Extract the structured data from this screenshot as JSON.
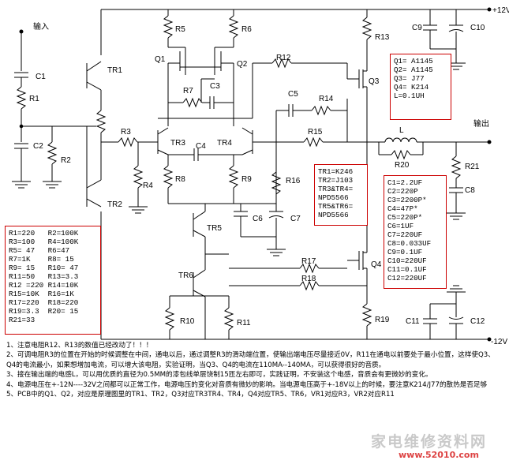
{
  "labels": {
    "input": "输入",
    "output": "输出",
    "vplus": "+12V",
    "vminus": "-12V"
  },
  "components": {
    "C1": "C1",
    "C2": "C2",
    "R1": "R1",
    "R2": "R2",
    "TR1": "TR1",
    "TR2": "TR2",
    "R3": "R3",
    "R4": "R4",
    "R5": "R5",
    "R6": "R6",
    "Q1": "Q1",
    "Q2": "Q2",
    "R7": "R7",
    "C3": "C3",
    "TR3": "TR3",
    "TR4": "TR4",
    "C4": "C4",
    "R8": "R8",
    "R9": "R9",
    "R12": "R12",
    "R13": "R13",
    "R14": "R14",
    "C5": "C5",
    "R15": "R15",
    "R16": "R16",
    "C6": "C6",
    "C7": "C7",
    "TR5": "TR5",
    "TR6": "TR6",
    "R10": "R10",
    "R11": "R11",
    "R17": "R17",
    "R18": "R18",
    "R19": "R19",
    "Q3": "Q3",
    "Q4": "Q4",
    "C9": "C9",
    "C10": "C10",
    "C11": "C11",
    "C12": "C12",
    "L": "L",
    "R20": "R20",
    "R21": "R21",
    "C8": "C8"
  },
  "box_q": [
    "Q1= A1145",
    "Q2= A1145",
    "Q3= J77",
    "Q4= K214",
    "",
    "L=0.1UH"
  ],
  "box_tr": [
    "TR1=K246",
    "TR2=J103",
    "TR3&TR4=",
    "NPD5566",
    "TR5&TR6=",
    "NPD5566"
  ],
  "box_c": [
    "C1=2.2UF",
    "C2=220P",
    "C3=2200P*",
    "C4=47P*",
    "C5=220P*",
    "C6=1UF",
    "C7=220UF",
    "C8=0.033UF",
    "C9=0.1UF",
    "C10=220UF",
    "C11=0.1UF",
    "C12=220UF"
  ],
  "box_r": [
    "R1=220   R2=100K",
    "R3=100   R4=100K",
    "R5= 47   R6=47",
    "R7=1K    R8= 15",
    "R9= 15   R10= 47",
    "R11=50   R13=3.3",
    "R12 =220 R14=10K",
    "R15=10K  R16=1K",
    "R17=220  R18=220",
    "R19=3.3  R20= 15",
    "R21=33"
  ],
  "notes": [
    "1、注意电阻R12、R13的数值已经改动了！！！",
    "2、可调电阻R3的位置在开始的时候调整在中间，通电以后，通过调整R3的滑动端位置，使输出端电压尽量接近0V，R11在通电以前要处于最小位置，这样使Q3、Q4的电流最小，如果想增加电流，可以增大该电阻，实验证明，当Q3、Q4的电流在110MA--140MA，可以获得很好的音质。",
    "3、接在输出端的电感L，可以用优质的直径为0.5MM的漆包线单层饶制15匝左右即可，实践证明，不安装这个电感，音质会有更微妙的变化。",
    "4、电源电压在+-12N----32V之间都可以正常工作，电源电压的变化对音质有微妙的影响。当电源电压高于+-18V以上的时候，要注意K214/J77的散热是否足够",
    "5、PCB中的Q1、Q2，对应是原理图里的TR1、TR2，Q3对应TR3TR4、TR4，Q4对应TR5、TR6，VR1对应R3，VR2对应R11"
  ],
  "watermark": {
    "text": "家电维修资料网",
    "url": "www.52010.com"
  }
}
